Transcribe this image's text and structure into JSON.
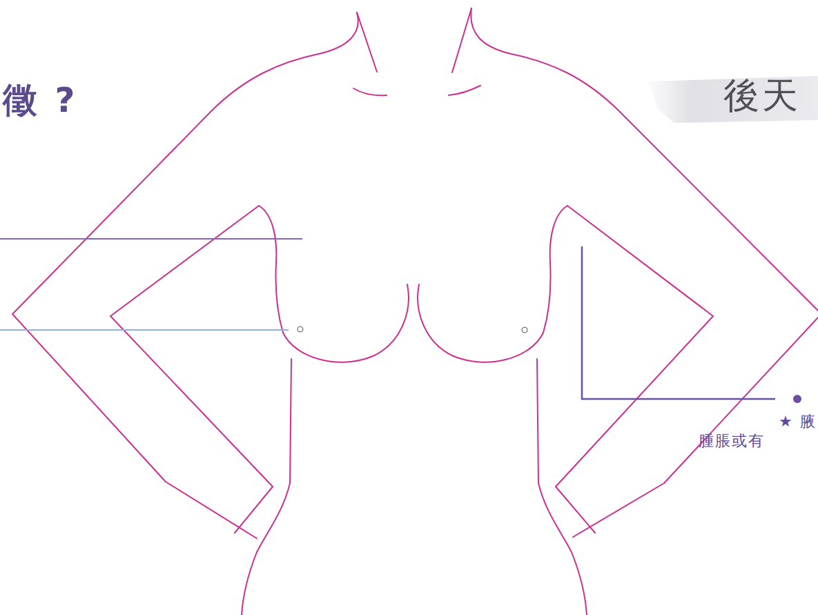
{
  "diagram": {
    "title": "徵 ?",
    "nodes": [
      {
        "text": [
          "後天"
        ]
      }
    ],
    "labels": [
      "★ 腋",
      "腫脹或有"
    ]
  }
}
